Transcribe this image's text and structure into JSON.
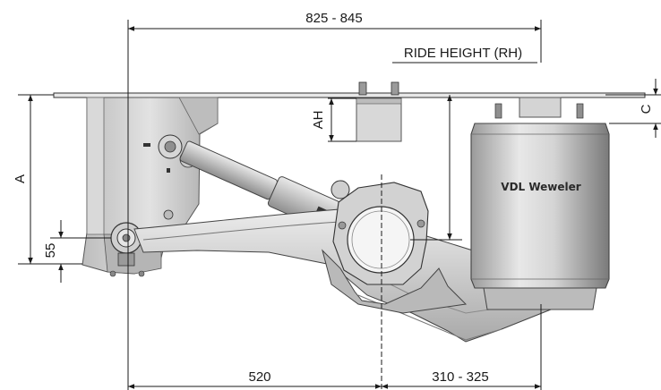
{
  "dimensions": {
    "overall_length": "825 - 845",
    "ride_height": "RIDE HEIGHT (RH)",
    "ah": "AH",
    "c": "C",
    "a": "A",
    "pivot_height": "55",
    "pivot_to_axle": "520",
    "axle_to_bag": "310 - 325"
  },
  "brand": "VDL Weweler",
  "colors": {
    "line": "#1a1a1a",
    "metal_light": "#e6e6e6",
    "metal_mid": "#c8c8c8",
    "metal_dark": "#8a8a8a"
  }
}
